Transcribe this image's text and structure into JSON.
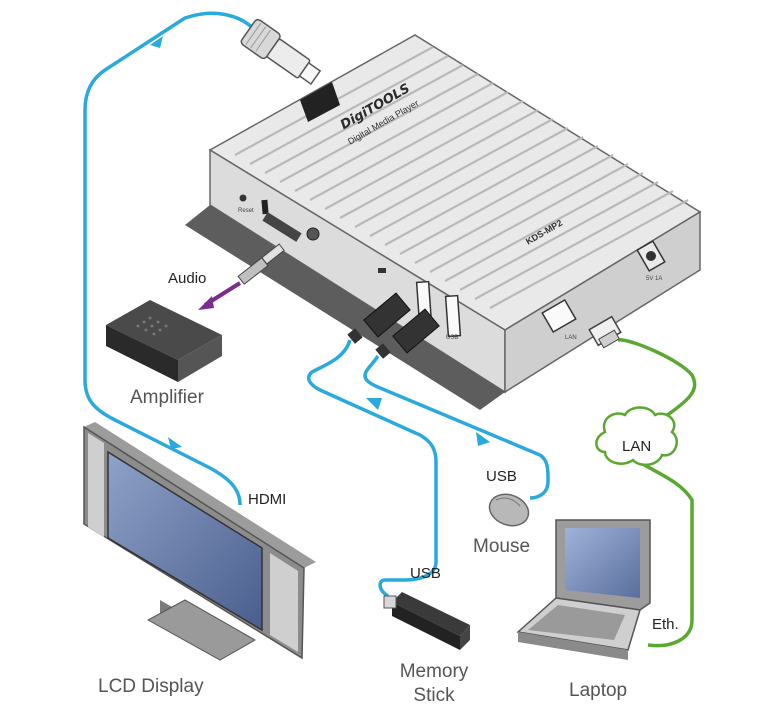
{
  "device": {
    "brand": "DigiTOOLS",
    "subtitle": "Digital Media Player",
    "model": "KDS-MP2",
    "port_reset": "Reset",
    "port_usb": "USB",
    "port_lan": "LAN",
    "port_power": "5V 1A"
  },
  "labels": {
    "audio": "Audio",
    "amplifier": "Amplifier",
    "hdmi": "HDMI",
    "lcd": "LCD Display",
    "usb_memory": "USB",
    "memory_line1": "Memory",
    "memory_line2": "Stick",
    "usb_mouse": "USB",
    "mouse": "Mouse",
    "lan": "LAN",
    "laptop": "Laptop",
    "eth": "Eth."
  },
  "colors": {
    "hdmi_usb_cable": "#2aa9dc",
    "audio_cable": "#7b2d8e",
    "lan_cable": "#5aa832",
    "device_body": "#e8e8e8",
    "device_outline": "#666666"
  }
}
